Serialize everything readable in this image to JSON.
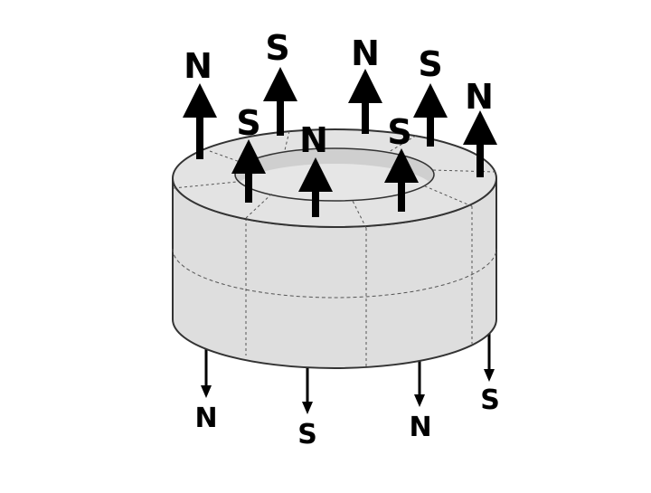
{
  "diagram": {
    "colors": {
      "background": "#ffffff",
      "ring_top": "#e3e3e3",
      "ring_side": "#dedede",
      "ring_hole": "#cfcfcf",
      "outline": "#333333",
      "arrow": "#000000"
    },
    "top_labels": {
      "l1": "N",
      "l2": "S",
      "l3": "N",
      "l4": "S",
      "l5": "N",
      "l6": "S",
      "l7": "N",
      "l8": "S"
    },
    "bottom_labels": {
      "b1": "N",
      "b2": "S",
      "b3": "N",
      "b4": "S"
    }
  }
}
